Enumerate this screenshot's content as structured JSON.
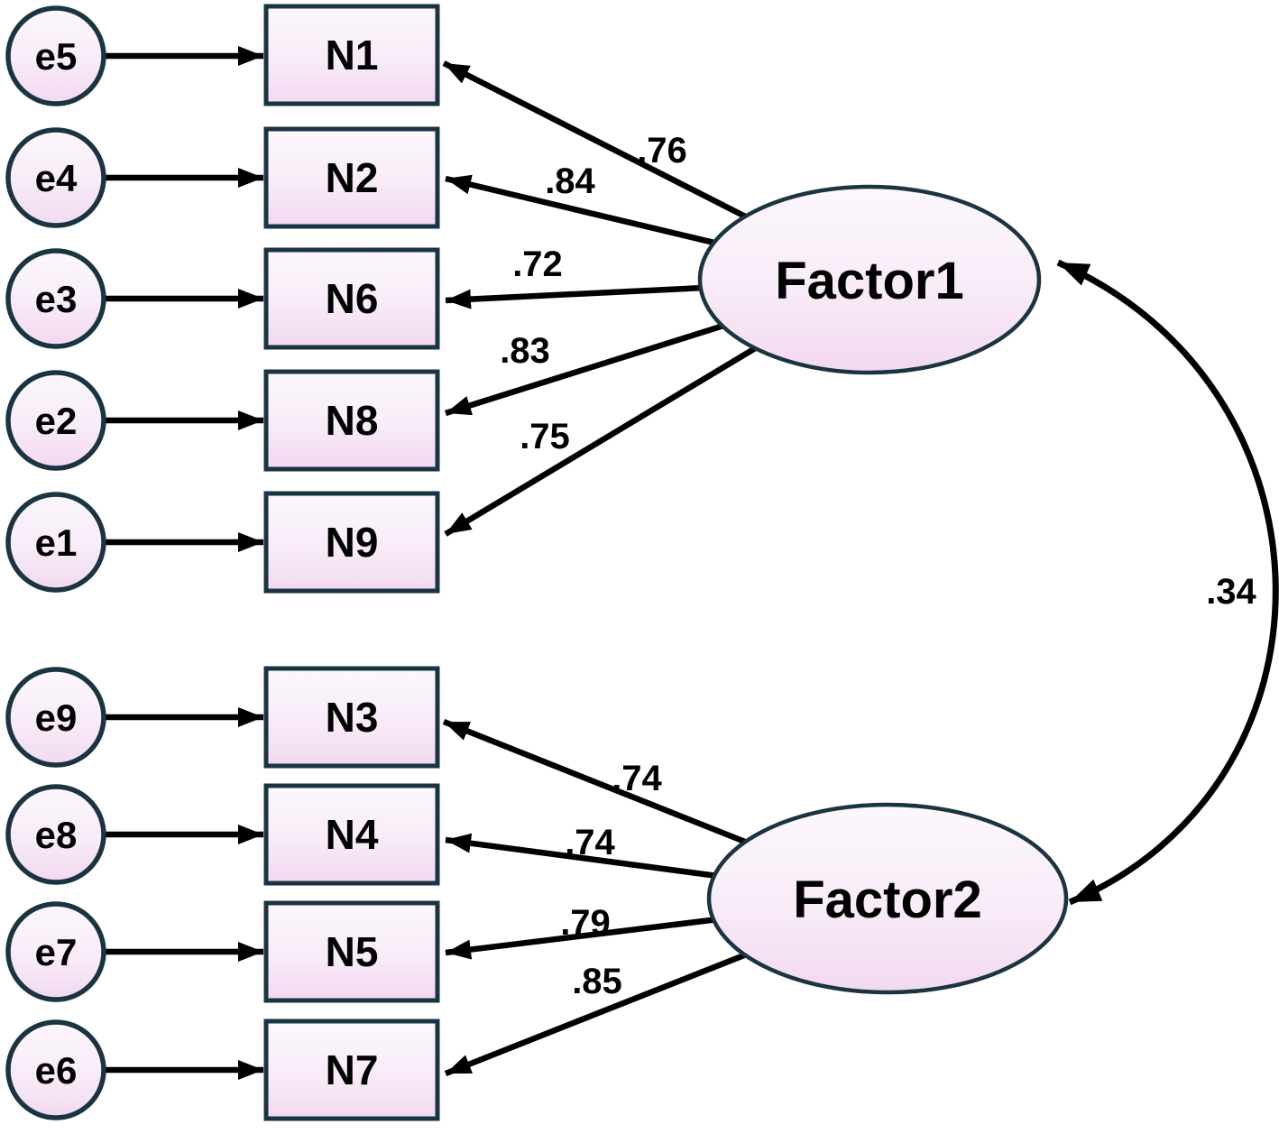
{
  "diagram": {
    "factors": [
      {
        "label": "Factor1"
      },
      {
        "label": "Factor2"
      }
    ],
    "indicators": [
      {
        "label": "N1"
      },
      {
        "label": "N2"
      },
      {
        "label": "N6"
      },
      {
        "label": "N8"
      },
      {
        "label": "N9"
      },
      {
        "label": "N3"
      },
      {
        "label": "N4"
      },
      {
        "label": "N5"
      },
      {
        "label": "N7"
      }
    ],
    "errors": [
      {
        "label": "e5",
        "to": "N1"
      },
      {
        "label": "e4",
        "to": "N2"
      },
      {
        "label": "e3",
        "to": "N6"
      },
      {
        "label": "e2",
        "to": "N8"
      },
      {
        "label": "e1",
        "to": "N9"
      },
      {
        "label": "e9",
        "to": "N3"
      },
      {
        "label": "e8",
        "to": "N4"
      },
      {
        "label": "e7",
        "to": "N5"
      },
      {
        "label": "e6",
        "to": "N7"
      }
    ],
    "loadings": [
      {
        "factor": "Factor1",
        "indicator": "N1",
        "value": ".76"
      },
      {
        "factor": "Factor1",
        "indicator": "N2",
        "value": ".84"
      },
      {
        "factor": "Factor1",
        "indicator": "N6",
        "value": ".72"
      },
      {
        "factor": "Factor1",
        "indicator": "N8",
        "value": ".83"
      },
      {
        "factor": "Factor1",
        "indicator": "N9",
        "value": ".75"
      },
      {
        "factor": "Factor2",
        "indicator": "N3",
        "value": ".74"
      },
      {
        "factor": "Factor2",
        "indicator": "N4",
        "value": ".74"
      },
      {
        "factor": "Factor2",
        "indicator": "N5",
        "value": ".79"
      },
      {
        "factor": "Factor2",
        "indicator": "N7",
        "value": ".85"
      }
    ],
    "covariance": {
      "between": "Factor1-Factor2",
      "value": ".34"
    },
    "colors": {
      "shape_fill_top": "#fcf8fc",
      "shape_fill_bottom": "#f2d9f0",
      "shape_border": "#1a3441",
      "arrow": "#000000",
      "text": "#000000",
      "background": "#ffffff"
    }
  }
}
